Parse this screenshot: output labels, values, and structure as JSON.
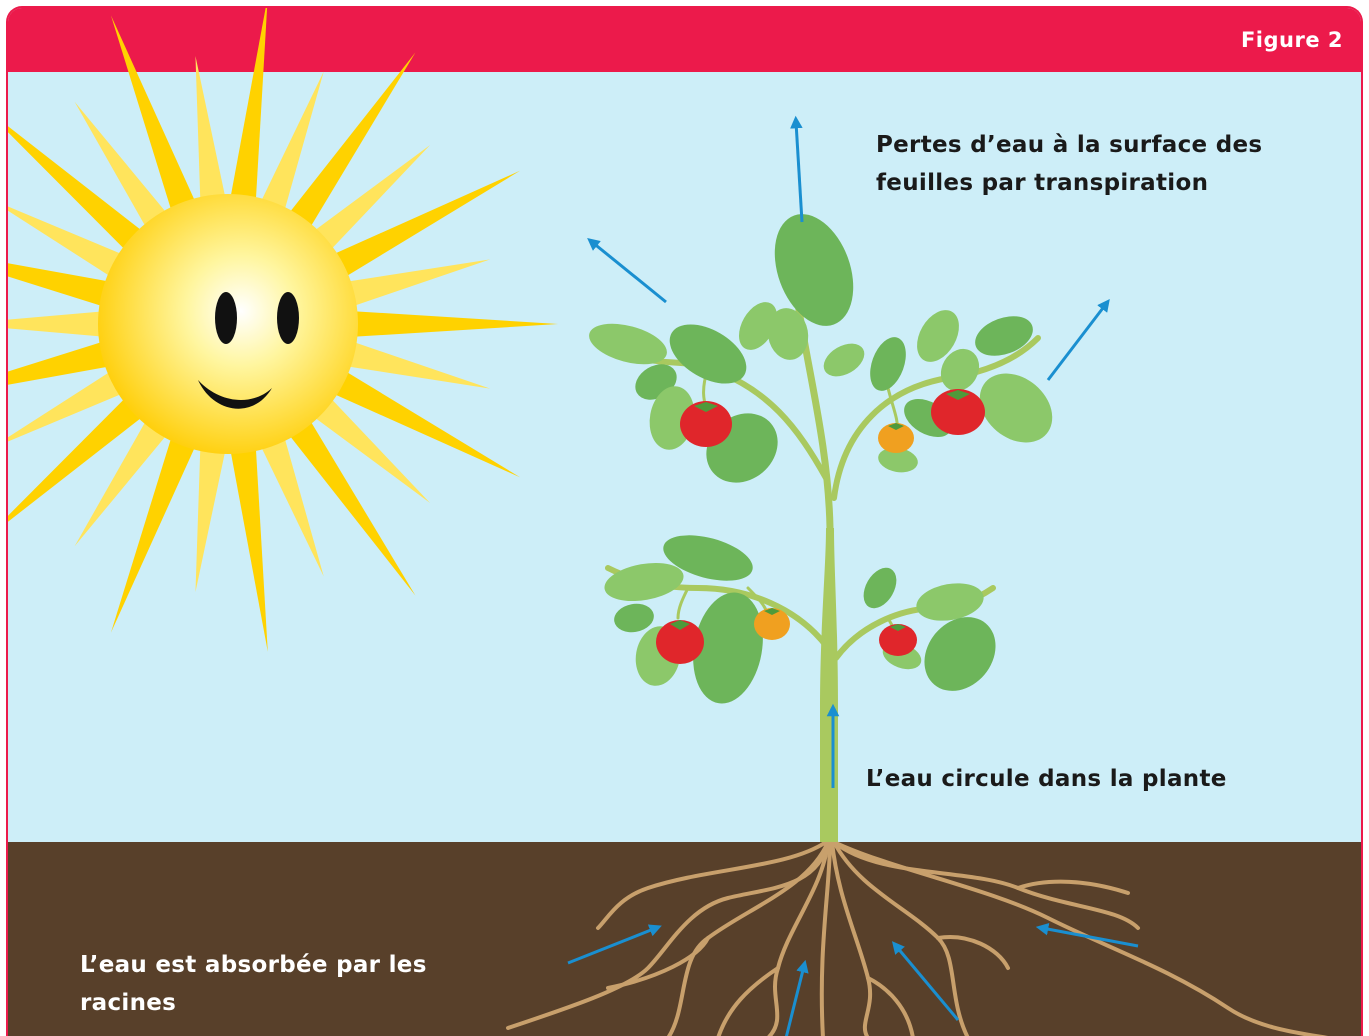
{
  "header": {
    "figure_label": "Figure 2"
  },
  "labels": {
    "transpiration": "Pertes d’eau à la surface des feuilles par transpiration",
    "circulation": "L’eau circule dans la plante",
    "absorption": "L’eau est absorbée par les racines"
  },
  "colors": {
    "header": "#ec1a4b",
    "sky": "#cdeef8",
    "soil": "#58402a",
    "arrow": "#1a8fd0",
    "stem": "#a9c95f",
    "leaf": "#6db55a",
    "root": "#c8a06c",
    "sun": "#ffd200",
    "tomato_red": "#e0262b",
    "tomato_orange": "#f0a020"
  },
  "icons": [
    "sun-icon",
    "plant-icon",
    "tomato-icon",
    "root-icon",
    "arrow-icon"
  ]
}
